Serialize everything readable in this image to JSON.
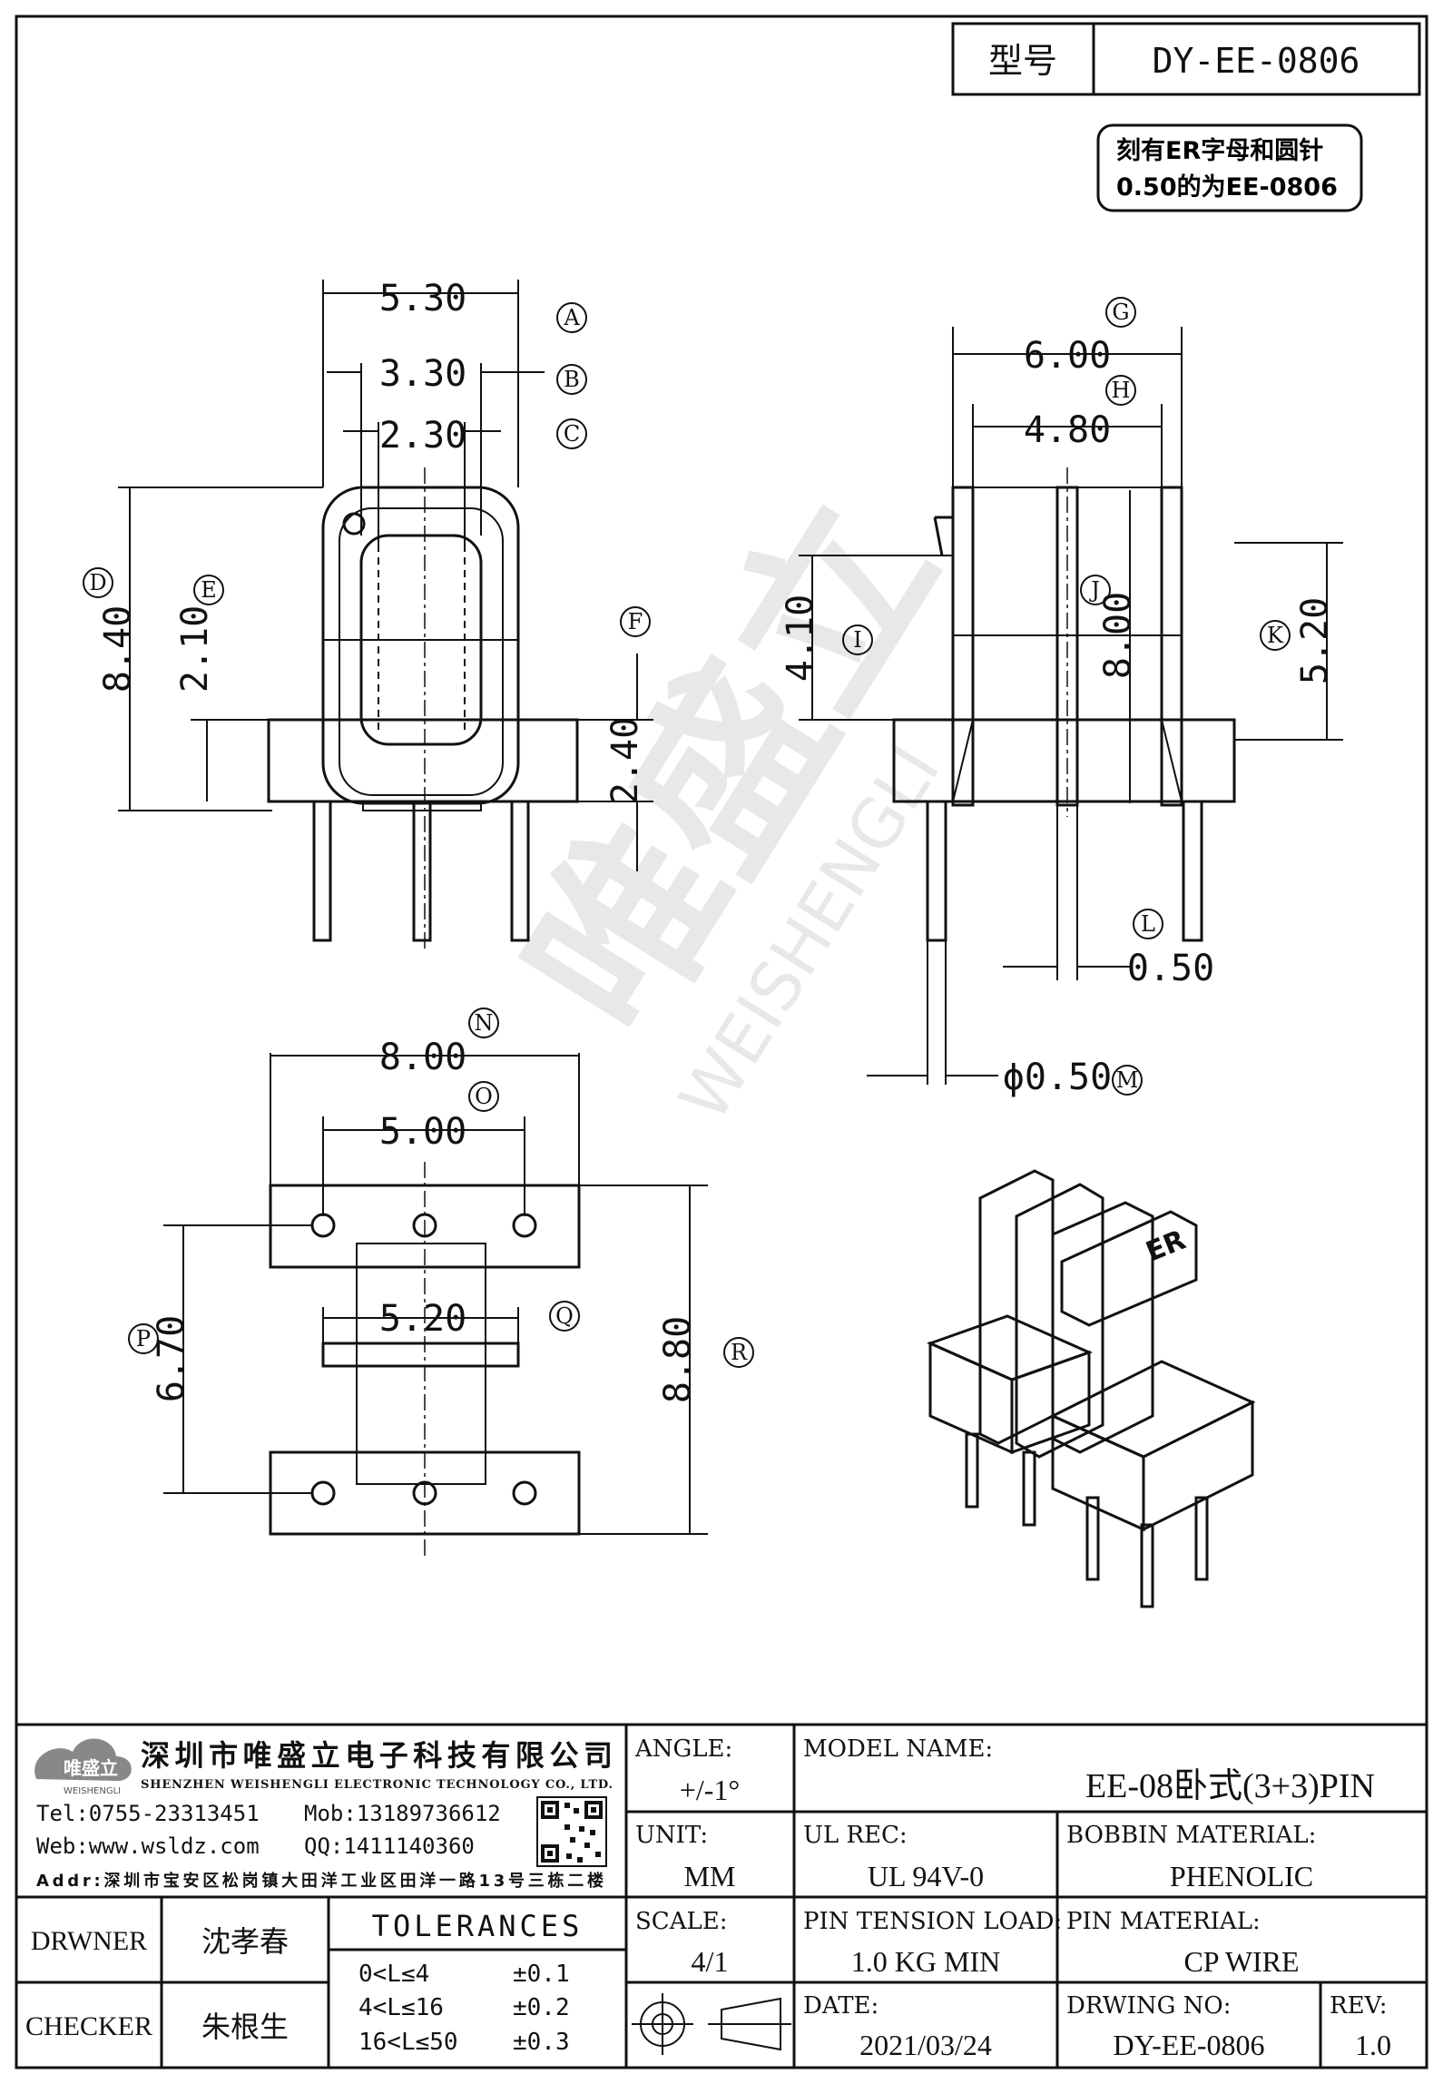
{
  "header": {
    "model_label": "型号",
    "model_value": "DY-EE-0806",
    "note_line1": "刻有ER字母和圆针",
    "note_line2": "0.50的为EE-0806"
  },
  "dimensions": {
    "A": "5.30",
    "B": "3.30",
    "C": "2.30",
    "D": "8.40",
    "E": "2.10",
    "F": "2.40",
    "G": "6.00",
    "H": "4.80",
    "I": "4.10",
    "J": "8.00",
    "K": "5.20",
    "L": "0.50",
    "M": "ϕ0.50",
    "N": "8.00",
    "O": "5.00",
    "P": "6.70",
    "Q": "5.20",
    "R": "8.80"
  },
  "callouts": [
    "A",
    "B",
    "C",
    "D",
    "E",
    "F",
    "G",
    "H",
    "I",
    "J",
    "K",
    "L",
    "M",
    "N",
    "O",
    "P",
    "Q",
    "R"
  ],
  "part_marking": "ER",
  "watermark": {
    "cn": "唯盛立",
    "en": "WEISHENGLI"
  },
  "company": {
    "name_cn": "深圳市唯盛立电子科技有限公司",
    "name_en": "SHENZHEN WEISHENGLI ELECTRONIC TECHNOLOGY CO., LTD.",
    "logo_text": "唯盛立",
    "logo_sub": "WEISHENGLI",
    "tel": "Tel:0755-23313451",
    "mob": "Mob:13189736612",
    "web": "Web:www.wsldz.com",
    "qq": "QQ:1411140360",
    "addr": "Addr:深圳市宝安区松岗镇大田洋工业区田洋一路13号三栋二楼"
  },
  "title_block": {
    "angle_label": "ANGLE:",
    "angle_value": "+/-1°",
    "model_name_label": "MODEL NAME:",
    "model_name_value": "EE-08卧式(3+3)PIN",
    "unit_label": "UNIT:",
    "unit_value": "MM",
    "ul_rec_label": "UL REC:",
    "ul_rec_value": "UL 94V-0",
    "bobbin_material_label": "BOBBIN MATERIAL:",
    "bobbin_material_value": "PHENOLIC",
    "drawer_label": "DRWNER",
    "drawer_value": "沈孝春",
    "checker_label": "CHECKER",
    "checker_value": "朱根生",
    "tolerances_label": "TOLERANCES",
    "tolerances": [
      {
        "range": "0<L≤4",
        "value": "±0.1"
      },
      {
        "range": "4<L≤16",
        "value": "±0.2"
      },
      {
        "range": "16<L≤50",
        "value": "±0.3"
      }
    ],
    "scale_label": "SCALE:",
    "scale_value": "4/1",
    "pin_tension_label": "PIN TENSION LOAD:",
    "pin_tension_value": "1.0 KG MIN",
    "pin_material_label": "PIN MATERIAL:",
    "pin_material_value": "CP WIRE",
    "date_label": "DATE:",
    "date_value": "2021/03/24",
    "drawing_no_label": "DRWING NO:",
    "drawing_no_value": "DY-EE-0806",
    "rev_label": "REV:",
    "rev_value": "1.0"
  }
}
